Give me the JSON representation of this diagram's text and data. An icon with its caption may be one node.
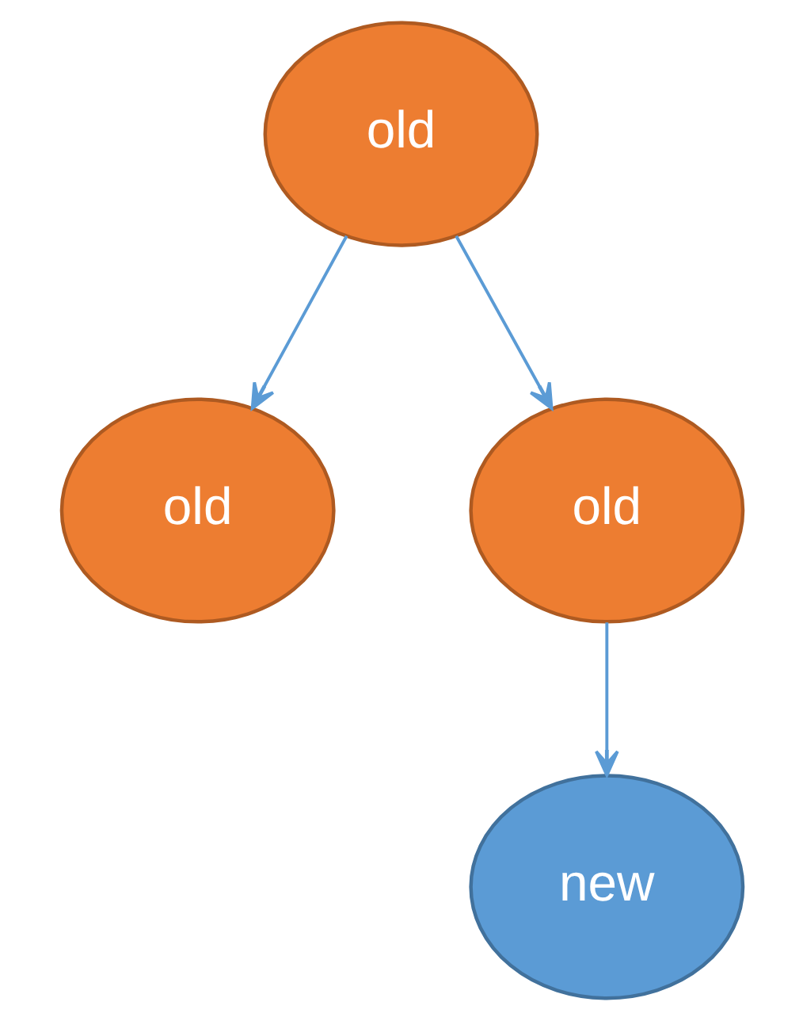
{
  "diagram": {
    "nodes": [
      {
        "text": [
          "old"
        ]
      },
      {
        "text": [
          "old"
        ]
      },
      {
        "text": [
          "old"
        ]
      },
      {
        "text": [
          "new"
        ]
      }
    ],
    "edges": [
      {
        "from": 0,
        "to": 1,
        "arrow": "to"
      },
      {
        "from": 0,
        "to": 2,
        "arrow": "to"
      },
      {
        "from": 2,
        "to": 3,
        "arrow": "to"
      }
    ]
  }
}
